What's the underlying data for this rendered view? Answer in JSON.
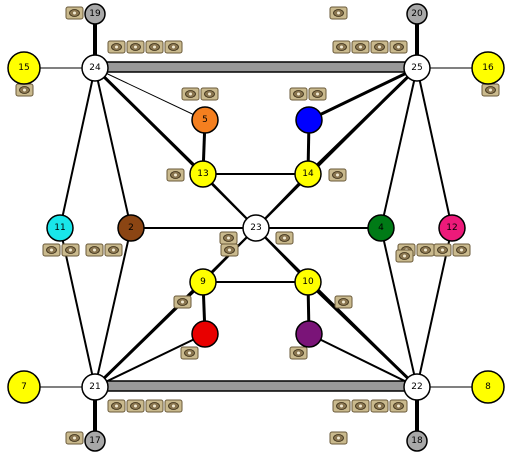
{
  "board": {
    "colors": {
      "yellow": "#ffff00",
      "white": "#ffffff",
      "gray": "#a8a8a8",
      "cyan": "#19e6ea",
      "brown": "#8b4513",
      "orange": "#f47f1f",
      "blue": "#0000ff",
      "green": "#007a16",
      "pink": "#ec1a7a",
      "red": "#e80000",
      "purple": "#7a1478",
      "line": "#000000",
      "bar": "#999999",
      "token_fill": "#c9b98d",
      "token_stroke": "#6a5a3a"
    },
    "nodes": [
      {
        "id": "19",
        "label": "19",
        "color": "gray"
      },
      {
        "id": "20",
        "label": "20",
        "color": "gray"
      },
      {
        "id": "24",
        "label": "24",
        "color": "white"
      },
      {
        "id": "25",
        "label": "25",
        "color": "white"
      },
      {
        "id": "15",
        "label": "15",
        "color": "yellow"
      },
      {
        "id": "16",
        "label": "16",
        "color": "yellow"
      },
      {
        "id": "5",
        "label": "5",
        "color": "orange"
      },
      {
        "id": "blue",
        "label": "",
        "color": "blue"
      },
      {
        "id": "13",
        "label": "13",
        "color": "yellow"
      },
      {
        "id": "14",
        "label": "14",
        "color": "yellow"
      },
      {
        "id": "11",
        "label": "11",
        "color": "cyan"
      },
      {
        "id": "2",
        "label": "2",
        "color": "brown"
      },
      {
        "id": "23",
        "label": "23",
        "color": "white"
      },
      {
        "id": "4",
        "label": "4",
        "color": "green"
      },
      {
        "id": "12",
        "label": "12",
        "color": "pink"
      },
      {
        "id": "9",
        "label": "9",
        "color": "yellow"
      },
      {
        "id": "10",
        "label": "10",
        "color": "yellow"
      },
      {
        "id": "red",
        "label": "",
        "color": "red"
      },
      {
        "id": "purple",
        "label": "",
        "color": "purple"
      },
      {
        "id": "7",
        "label": "7",
        "color": "yellow"
      },
      {
        "id": "8",
        "label": "8",
        "color": "yellow"
      },
      {
        "id": "21",
        "label": "21",
        "color": "white"
      },
      {
        "id": "22",
        "label": "22",
        "color": "white"
      },
      {
        "id": "17",
        "label": "17",
        "color": "gray"
      },
      {
        "id": "18",
        "label": "18",
        "color": "gray"
      }
    ]
  }
}
